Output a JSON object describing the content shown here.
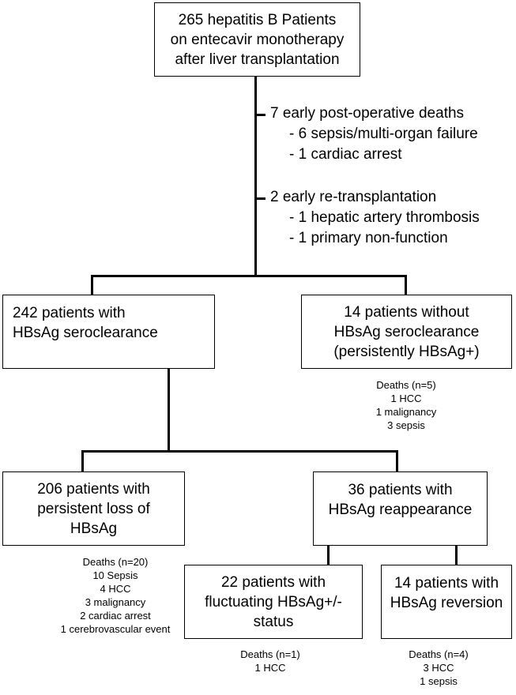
{
  "boxes": {
    "top": [
      "265 hepatitis B Patients",
      "on entecavir monotherapy",
      "after liver transplantation"
    ],
    "seroclearance": [
      "242 patients with",
      "HBsAg seroclearance"
    ],
    "without_seroclearance": [
      "14 patients without",
      "HBsAg seroclearance",
      "(persistently HBsAg+)"
    ],
    "persistent_loss": [
      "206 patients with",
      "persistent loss of",
      "HBsAg"
    ],
    "reappearance": [
      "36 patients with",
      "HBsAg reappearance"
    ],
    "fluctuating": [
      "22 patients with",
      "fluctuating HBsAg+/-",
      "status"
    ],
    "reversion": [
      "14 patients with",
      "HBsAg reversion"
    ]
  },
  "exclusions": {
    "early_deaths": {
      "title": "7 early post-operative deaths",
      "items": [
        "- 6 sepsis/multi-organ failure",
        "- 1 cardiac arrest"
      ]
    },
    "retransplant": {
      "title": "2 early re-transplantation",
      "items": [
        "- 1 hepatic artery thrombosis",
        "- 1 primary non-function"
      ]
    }
  },
  "deaths": {
    "without_seroclearance": [
      "Deaths (n=5)",
      "1 HCC",
      "1 malignancy",
      "3 sepsis"
    ],
    "persistent_loss": [
      "Deaths (n=20)",
      "10 Sepsis",
      "4 HCC",
      "3 malignancy",
      "2 cardiac arrest",
      "1 cerebrovascular event"
    ],
    "fluctuating": [
      "Deaths (n=1)",
      "1 HCC"
    ],
    "reversion": [
      "Deaths (n=4)",
      "3 HCC",
      "1 sepsis"
    ]
  }
}
